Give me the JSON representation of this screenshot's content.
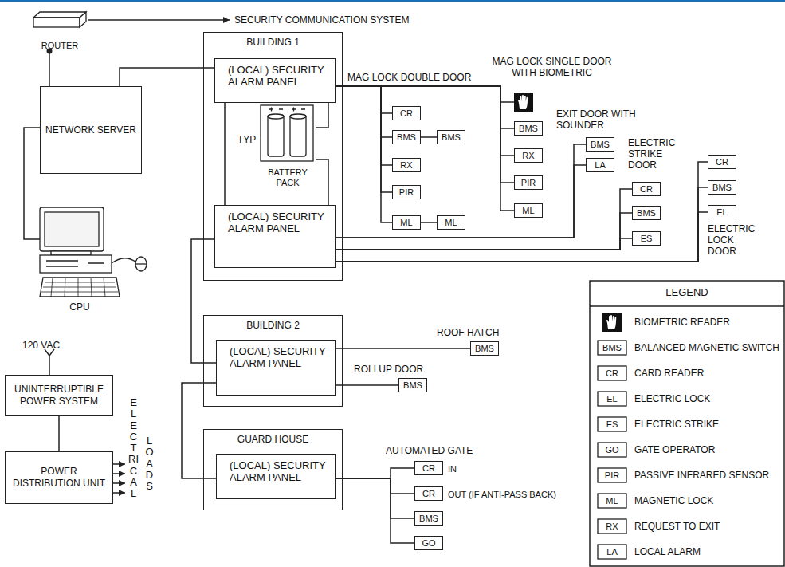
{
  "diagram": {
    "nodes": [
      {
        "text": [
          "ROUTER"
        ]
      },
      {
        "text": [
          "NETWORK SERVER"
        ]
      },
      {
        "text": [
          "BUILDING 1"
        ]
      },
      {
        "text": [
          "(LOCAL) SECURITY ALARM PANEL"
        ],
        "in": 2
      },
      {
        "text": [
          "BATTERY PACK"
        ],
        "in": 2
      },
      {
        "text": [
          "(LOCAL) SECURITY ALARM PANEL"
        ],
        "in": 2
      },
      {
        "text": [
          "CPU"
        ]
      },
      {
        "text": [
          "BUILDING 2"
        ]
      },
      {
        "text": [
          "(LOCAL) SECURITY ALARM PANEL"
        ],
        "in": 7
      },
      {
        "text": [
          "GUARD HOUSE"
        ]
      },
      {
        "text": [
          "(LOCAL) SECURITY ALARM PANEL"
        ],
        "in": 9
      },
      {
        "text": [
          "UNINTERRUPTIBLE POWER SYSTEM"
        ]
      },
      {
        "text": [
          "POWER DISTRIBUTION UNIT"
        ]
      },
      {
        "text": [
          "CR"
        ]
      },
      {
        "text": [
          "BMS"
        ]
      },
      {
        "text": [
          "BMS"
        ]
      },
      {
        "text": [
          "RX"
        ]
      },
      {
        "text": [
          "PIR"
        ]
      },
      {
        "text": [
          "ML"
        ]
      },
      {
        "text": [
          "ML"
        ]
      },
      {
        "text": [
          "BMS"
        ]
      },
      {
        "text": [
          "RX"
        ]
      },
      {
        "text": [
          "PIR"
        ]
      },
      {
        "text": [
          "ML"
        ]
      },
      {
        "text": [
          "BMS"
        ]
      },
      {
        "text": [
          "LA"
        ]
      },
      {
        "text": [
          "CR"
        ]
      },
      {
        "text": [
          "BMS"
        ]
      },
      {
        "text": [
          "ES"
        ]
      },
      {
        "text": [
          "CR"
        ]
      },
      {
        "text": [
          "BMS"
        ]
      },
      {
        "text": [
          "EL"
        ]
      },
      {
        "text": [
          "BMS"
        ]
      },
      {
        "text": [
          "BMS"
        ]
      },
      {
        "text": [
          "CR"
        ]
      },
      {
        "text": [
          "CR"
        ]
      },
      {
        "text": [
          "BMS"
        ]
      },
      {
        "text": [
          "GO"
        ]
      }
    ],
    "edges": [
      {
        "from": 0,
        "to": 1,
        "arrow": "none"
      },
      {
        "from": 1,
        "to": 3,
        "arrow": "none"
      },
      {
        "from": 1,
        "to": 6,
        "arrow": "none"
      },
      {
        "from": 3,
        "to": 5,
        "arrow": "none"
      },
      {
        "from": 4,
        "to": 3,
        "arrow": "none"
      },
      {
        "from": 4,
        "to": 5,
        "arrow": "none"
      },
      {
        "from": 5,
        "to": 8,
        "arrow": "none"
      },
      {
        "from": 8,
        "to": 10,
        "arrow": "none"
      },
      {
        "from": 11,
        "to": 12,
        "arrow": "none"
      },
      {
        "from": 3,
        "to": 13,
        "arrow": "none"
      },
      {
        "from": 3,
        "to": 14,
        "arrow": "none"
      },
      {
        "from": 3,
        "to": 16,
        "arrow": "none"
      },
      {
        "from": 3,
        "to": 17,
        "arrow": "none"
      },
      {
        "from": 3,
        "to": 18,
        "arrow": "none"
      },
      {
        "from": 14,
        "to": 15,
        "arrow": "none"
      },
      {
        "from": 18,
        "to": 19,
        "arrow": "none"
      },
      {
        "from": 3,
        "to": 20,
        "arrow": "none"
      },
      {
        "from": 3,
        "to": 21,
        "arrow": "none"
      },
      {
        "from": 3,
        "to": 22,
        "arrow": "none"
      },
      {
        "from": 3,
        "to": 23,
        "arrow": "none"
      },
      {
        "from": 5,
        "to": 24,
        "arrow": "none"
      },
      {
        "from": 5,
        "to": 25,
        "arrow": "none"
      },
      {
        "from": 5,
        "to": 26,
        "arrow": "none"
      },
      {
        "from": 5,
        "to": 27,
        "arrow": "none"
      },
      {
        "from": 5,
        "to": 28,
        "arrow": "none"
      },
      {
        "from": 5,
        "to": 29,
        "arrow": "none"
      },
      {
        "from": 5,
        "to": 30,
        "arrow": "none"
      },
      {
        "from": 5,
        "to": 31,
        "arrow": "none"
      },
      {
        "from": 8,
        "to": 32,
        "arrow": "none"
      },
      {
        "from": 8,
        "to": 33,
        "arrow": "none"
      },
      {
        "from": 10,
        "to": 34,
        "arrow": "none"
      },
      {
        "from": 10,
        "to": 35,
        "arrow": "none"
      },
      {
        "from": 10,
        "to": 36,
        "arrow": "none"
      },
      {
        "from": 10,
        "to": 37,
        "arrow": "none"
      }
    ],
    "labels": [
      "SECURITY COMMUNICATION SYSTEM",
      "TYP",
      "MAG LOCK DOUBLE DOOR",
      "MAG LOCK SINGLE DOOR WITH BIOMETRIC",
      "EXIT DOOR WITH SOUNDER",
      "ELECTRIC STRIKE DOOR",
      "ELECTRIC LOCK DOOR",
      "ROOF HATCH",
      "ROLLUP DOOR",
      "AUTOMATED GATE",
      "IN",
      "OUT (IF ANTI-PASS BACK)",
      "120 VAC",
      "ELECTRICAL",
      "LOADS",
      "LEGEND",
      "BMS",
      "CR",
      "EL",
      "ES",
      "GO",
      "PIR",
      "ML",
      "RX",
      "LA"
    ],
    "legend": [
      {
        "text": "BIOMETRIC READER"
      },
      {
        "text": "BALANCED MAGNETIC SWITCH"
      },
      {
        "text": "CARD READER"
      },
      {
        "text": "ELECTRIC LOCK"
      },
      {
        "text": "ELECTRIC STRIKE"
      },
      {
        "text": "GATE OPERATOR"
      },
      {
        "text": "PASSIVE INFRARED SENSOR"
      },
      {
        "text": "MAGNETIC LOCK"
      },
      {
        "text": "REQUEST TO EXIT"
      },
      {
        "text": "LOCAL ALARM"
      }
    ]
  }
}
